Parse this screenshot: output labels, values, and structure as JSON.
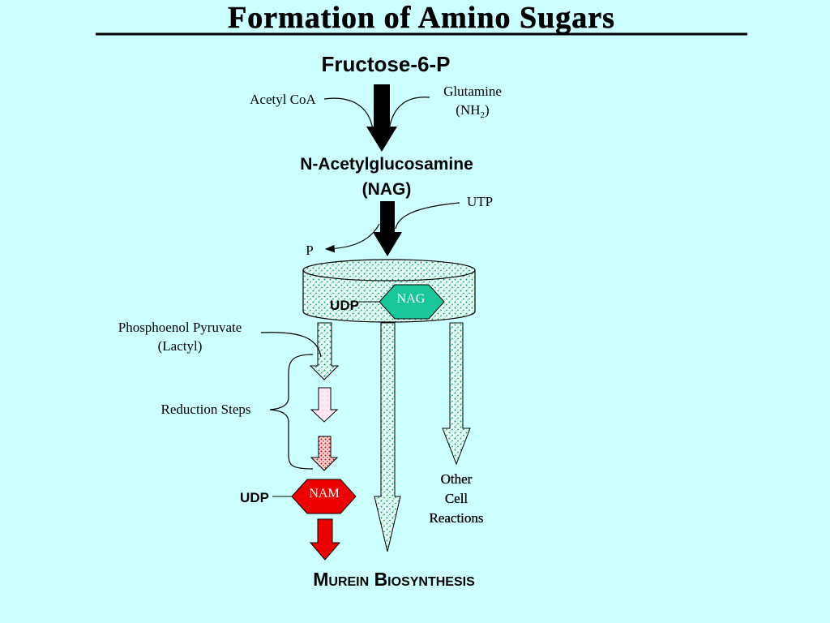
{
  "title": "Formation of Amino Sugars",
  "nodes": {
    "fructose": "Fructose-6-P",
    "nag_line1": "N-Acetylglucosamine",
    "nag_line2": "(NAG)",
    "nag_badge": "NAG",
    "nam_badge": "NAM",
    "udp_cylinder": "UDP",
    "udp_nam": "UDP",
    "murein": "Murein Biosynthesis"
  },
  "inputs": {
    "acetyl_coa": "Acetyl CoA",
    "glutamine": "Glutamine",
    "nh2_main": "(NH",
    "nh2_sub": "2",
    "nh2_close": ")",
    "utp": "UTP",
    "p_out": "P",
    "pep_line1": "Phosphoenol Pyruvate",
    "pep_line2": "(Lactyl)",
    "reduction": "Reduction Steps",
    "other_line1": "Other",
    "other_line2": "Cell",
    "other_line3": "Reactions"
  },
  "colors": {
    "background": "#ccffff",
    "stipple_fill": "#e6fff7",
    "stipple_dot": "#0a9a6a",
    "nag_badge": "#19c69a",
    "nam_badge": "#ee0000",
    "pink_arrow": "#ffe0f0",
    "red_dot_arrow": "#ffcccc",
    "arrow_black": "#000000"
  }
}
